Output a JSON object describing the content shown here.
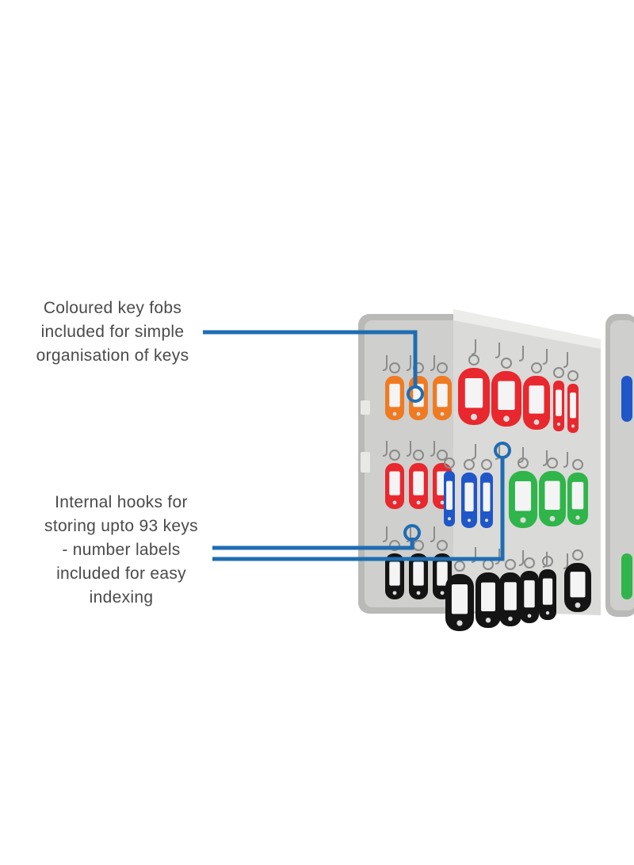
{
  "callouts": {
    "fobs": {
      "lines": [
        "Coloured key fobs",
        "included for simple",
        "organisation of keys"
      ]
    },
    "hooks": {
      "lines": [
        "Internal hooks for",
        "storing upto 93 keys",
        "- number labels",
        "included for easy",
        "indexing"
      ]
    }
  },
  "colors": {
    "callout_line": "#1f6db3",
    "cabinet": "#b8b8b6",
    "fob_orange": "#f07a22",
    "fob_red": "#e8282e",
    "fob_blue": "#1f57c9",
    "fob_green": "#2fb54a",
    "fob_black": "#141414"
  },
  "icons": [
    "key-cabinet-illustration",
    "key-fob-icon",
    "hook-icon"
  ]
}
